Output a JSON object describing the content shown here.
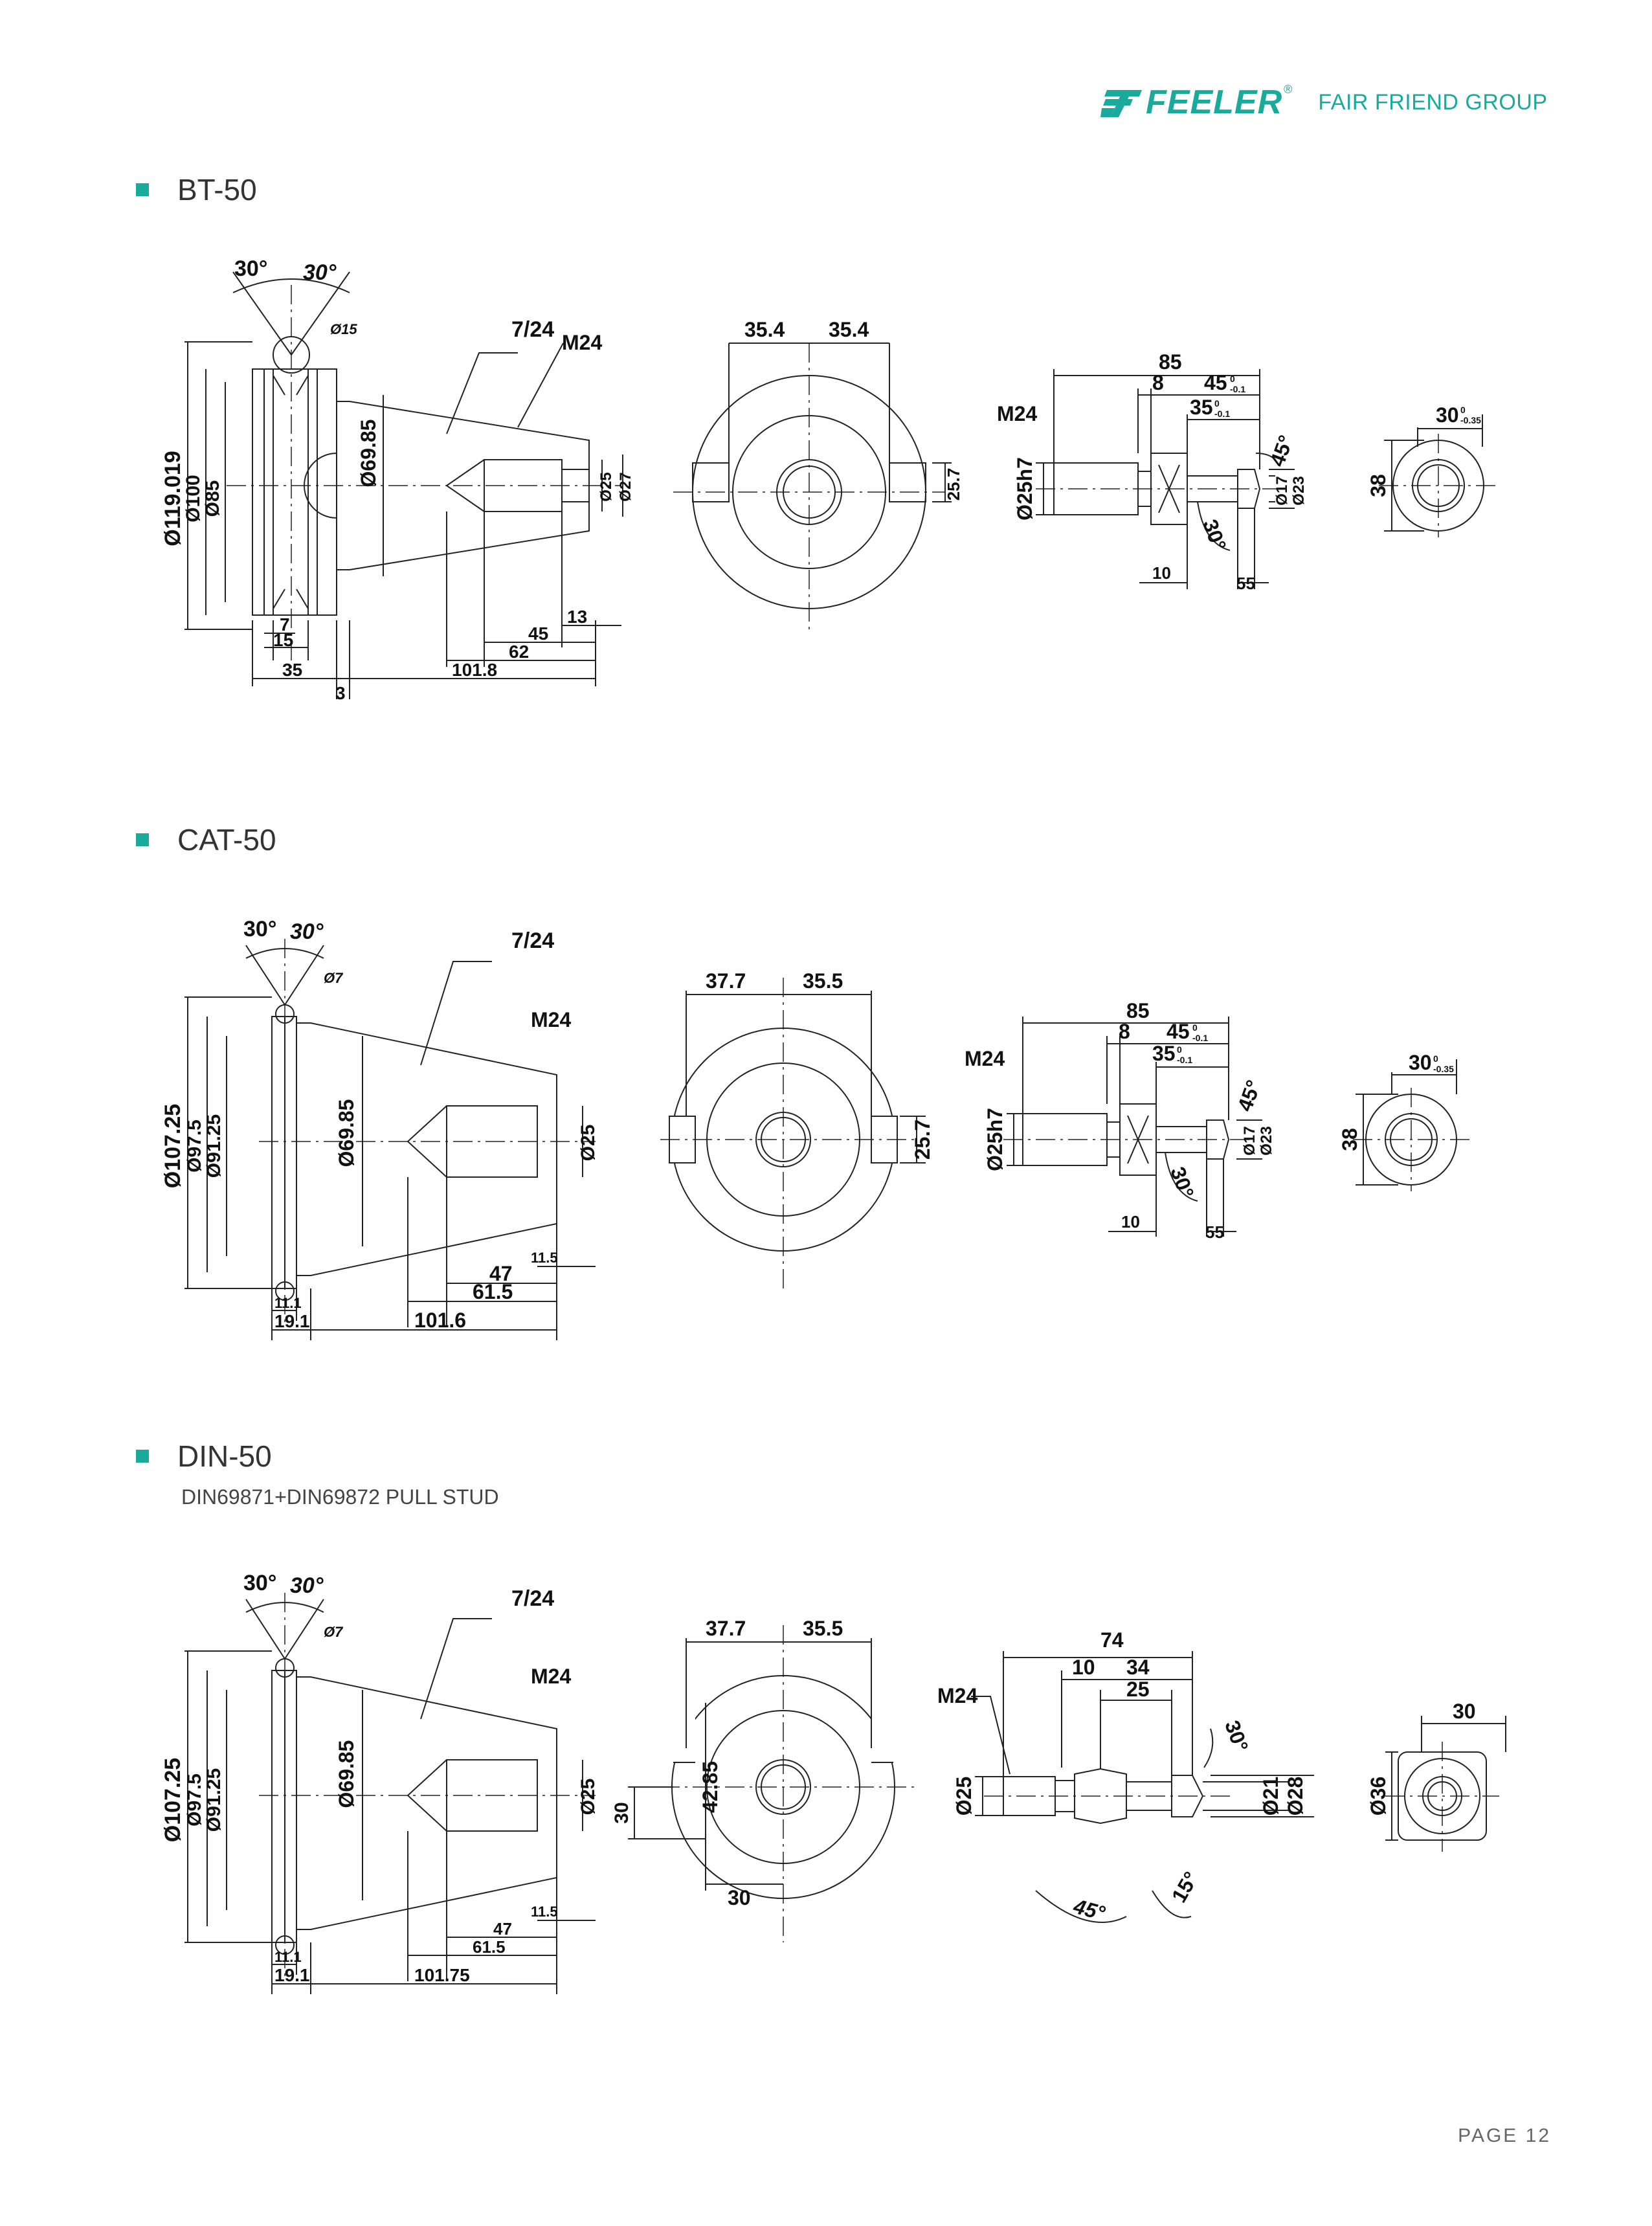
{
  "header": {
    "brand": "FEELER",
    "registered": "®",
    "group": "FAIR FRIEND GROUP"
  },
  "sections": [
    {
      "title": "BT-50",
      "labels": {
        "angle_left": "30°",
        "angle_right": "30°",
        "ball_dia": "Ø15",
        "taper": "7/24",
        "thread": "M24",
        "d1": "Ø119.019",
        "d2": "Ø100",
        "d3": "Ø85",
        "d4": "Ø69.85",
        "d5": "Ø25",
        "d6": "Ø27",
        "l_7": "7",
        "l_15": "15",
        "l_35": "35",
        "l_3": "3",
        "l_13": "13",
        "l_45": "45",
        "l_62": "62",
        "l_101": "101.8",
        "slot_l": "35.4",
        "slot_r": "35.4",
        "slot_h": "25.7",
        "ps_85": "85",
        "ps_8": "8",
        "ps_45": "45",
        "ps_35": "35",
        "ps_m24": "M24",
        "ps_d25": "Ø25h7",
        "ps_45deg": "45°",
        "ps_30deg": "30°",
        "ps_d17": "Ø17",
        "ps_d23": "Ø23",
        "ps_10": "10",
        "ps_55": "55",
        "end_30": "30",
        "end_38": "38",
        "tol_45_up": "0",
        "tol_45_lo": "-0.1",
        "tol_35_up": "0",
        "tol_35_lo": "-0.1",
        "tol_30_up": "0",
        "tol_30_lo": "-0.35"
      }
    },
    {
      "title": "CAT-50",
      "labels": {
        "angle_left": "30°",
        "angle_right": "30°",
        "ball_dia": "Ø7",
        "taper": "7/24",
        "thread": "M24",
        "d1": "Ø107.25",
        "d2": "Ø97.5",
        "d3": "Ø91.25",
        "d4": "Ø69.85",
        "d5": "Ø25",
        "l_11": "11.1",
        "l_19": "19.1",
        "l_115": "11.5",
        "l_47": "47",
        "l_615": "61.5",
        "l_101": "101.6",
        "slot_l": "37.7",
        "slot_r": "35.5",
        "slot_h": "25.7",
        "ps_85": "85",
        "ps_8": "8",
        "ps_45": "45",
        "ps_35": "35",
        "ps_m24": "M24",
        "ps_d25": "Ø25h7",
        "ps_45deg": "45°",
        "ps_30deg": "30°",
        "ps_d17": "Ø17",
        "ps_d23": "Ø23",
        "ps_10": "10",
        "ps_55": "55",
        "end_30": "30",
        "end_38": "38",
        "tol_45_up": "0",
        "tol_45_lo": "-0.1",
        "tol_35_up": "0",
        "tol_35_lo": "-0.1",
        "tol_30_up": "0",
        "tol_30_lo": "-0.35"
      }
    },
    {
      "title": "DIN-50",
      "subtitle": "DIN69871+DIN69872 PULL STUD",
      "labels": {
        "angle_left": "30°",
        "angle_right": "30°",
        "ball_dia": "Ø7",
        "taper": "7/24",
        "thread": "M24",
        "d1": "Ø107.25",
        "d2": "Ø97.5",
        "d3": "Ø91.25",
        "d4": "Ø69.85",
        "d5": "Ø25",
        "l_11": "11.1",
        "l_19": "19.1",
        "l_115": "11.5",
        "l_47": "47",
        "l_615": "61.5",
        "l_101": "101.75",
        "slot_l": "37.7",
        "slot_r": "35.5",
        "slot_h30": "30",
        "slot_4285": "42.85",
        "slot_b30": "30",
        "ps_74": "74",
        "ps_10": "10",
        "ps_34": "34",
        "ps_25": "25",
        "ps_m24": "M24",
        "ps_d25": "Ø25",
        "ps_30deg": "30°",
        "ps_d21": "Ø21",
        "ps_d28": "Ø28",
        "ps_45deg": "45°",
        "ps_15deg": "15°",
        "end_30": "30",
        "end_36": "Ø36"
      }
    }
  ],
  "footer": {
    "page": "PAGE 12"
  }
}
